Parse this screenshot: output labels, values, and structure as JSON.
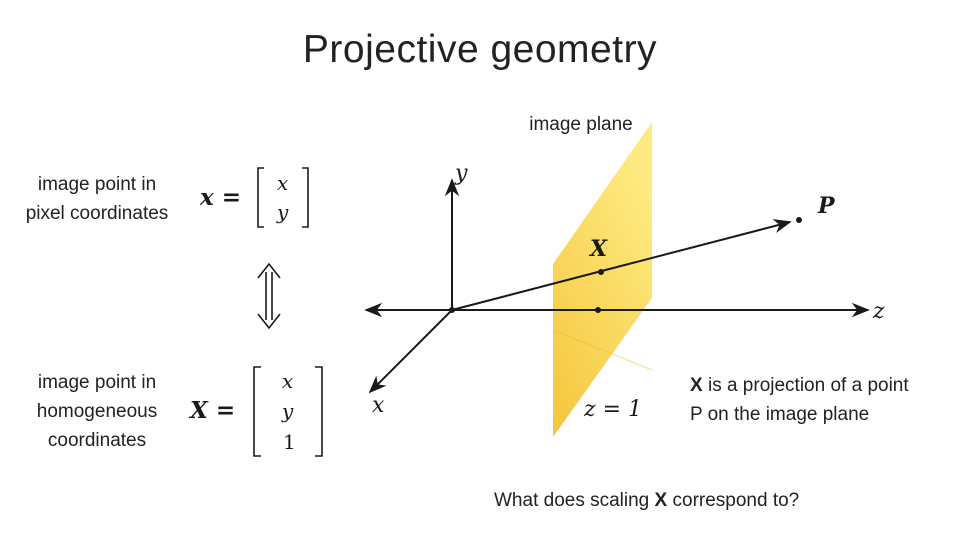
{
  "title": "Projective geometry",
  "labels": {
    "image_plane": "image plane",
    "pixel_line1": "image point in",
    "pixel_line2": "pixel coordinates",
    "homog_line1": "image point in",
    "homog_line2": "homogeneous",
    "homog_line3": "coordinates"
  },
  "equations": {
    "pixel_lhs": "x =",
    "pixel_vec": [
      "x",
      "y"
    ],
    "homog_lhs": "X =",
    "homog_vec": [
      "x",
      "y",
      "1"
    ],
    "plane_eq": "z = 1"
  },
  "axes": {
    "x": "x",
    "y": "y",
    "z": "z"
  },
  "points": {
    "P": "P",
    "X": "X"
  },
  "captions": {
    "projection_x": "X",
    "projection_line1": " is a projection of a point",
    "projection_line2": "P on the image plane",
    "scaling_prefix": "What does scaling ",
    "scaling_x": "X",
    "scaling_suffix": " correspond to?"
  },
  "colors": {
    "plane_light": "#fde97a",
    "plane_dark": "#f5c232",
    "ink": "#1a1a1a"
  }
}
